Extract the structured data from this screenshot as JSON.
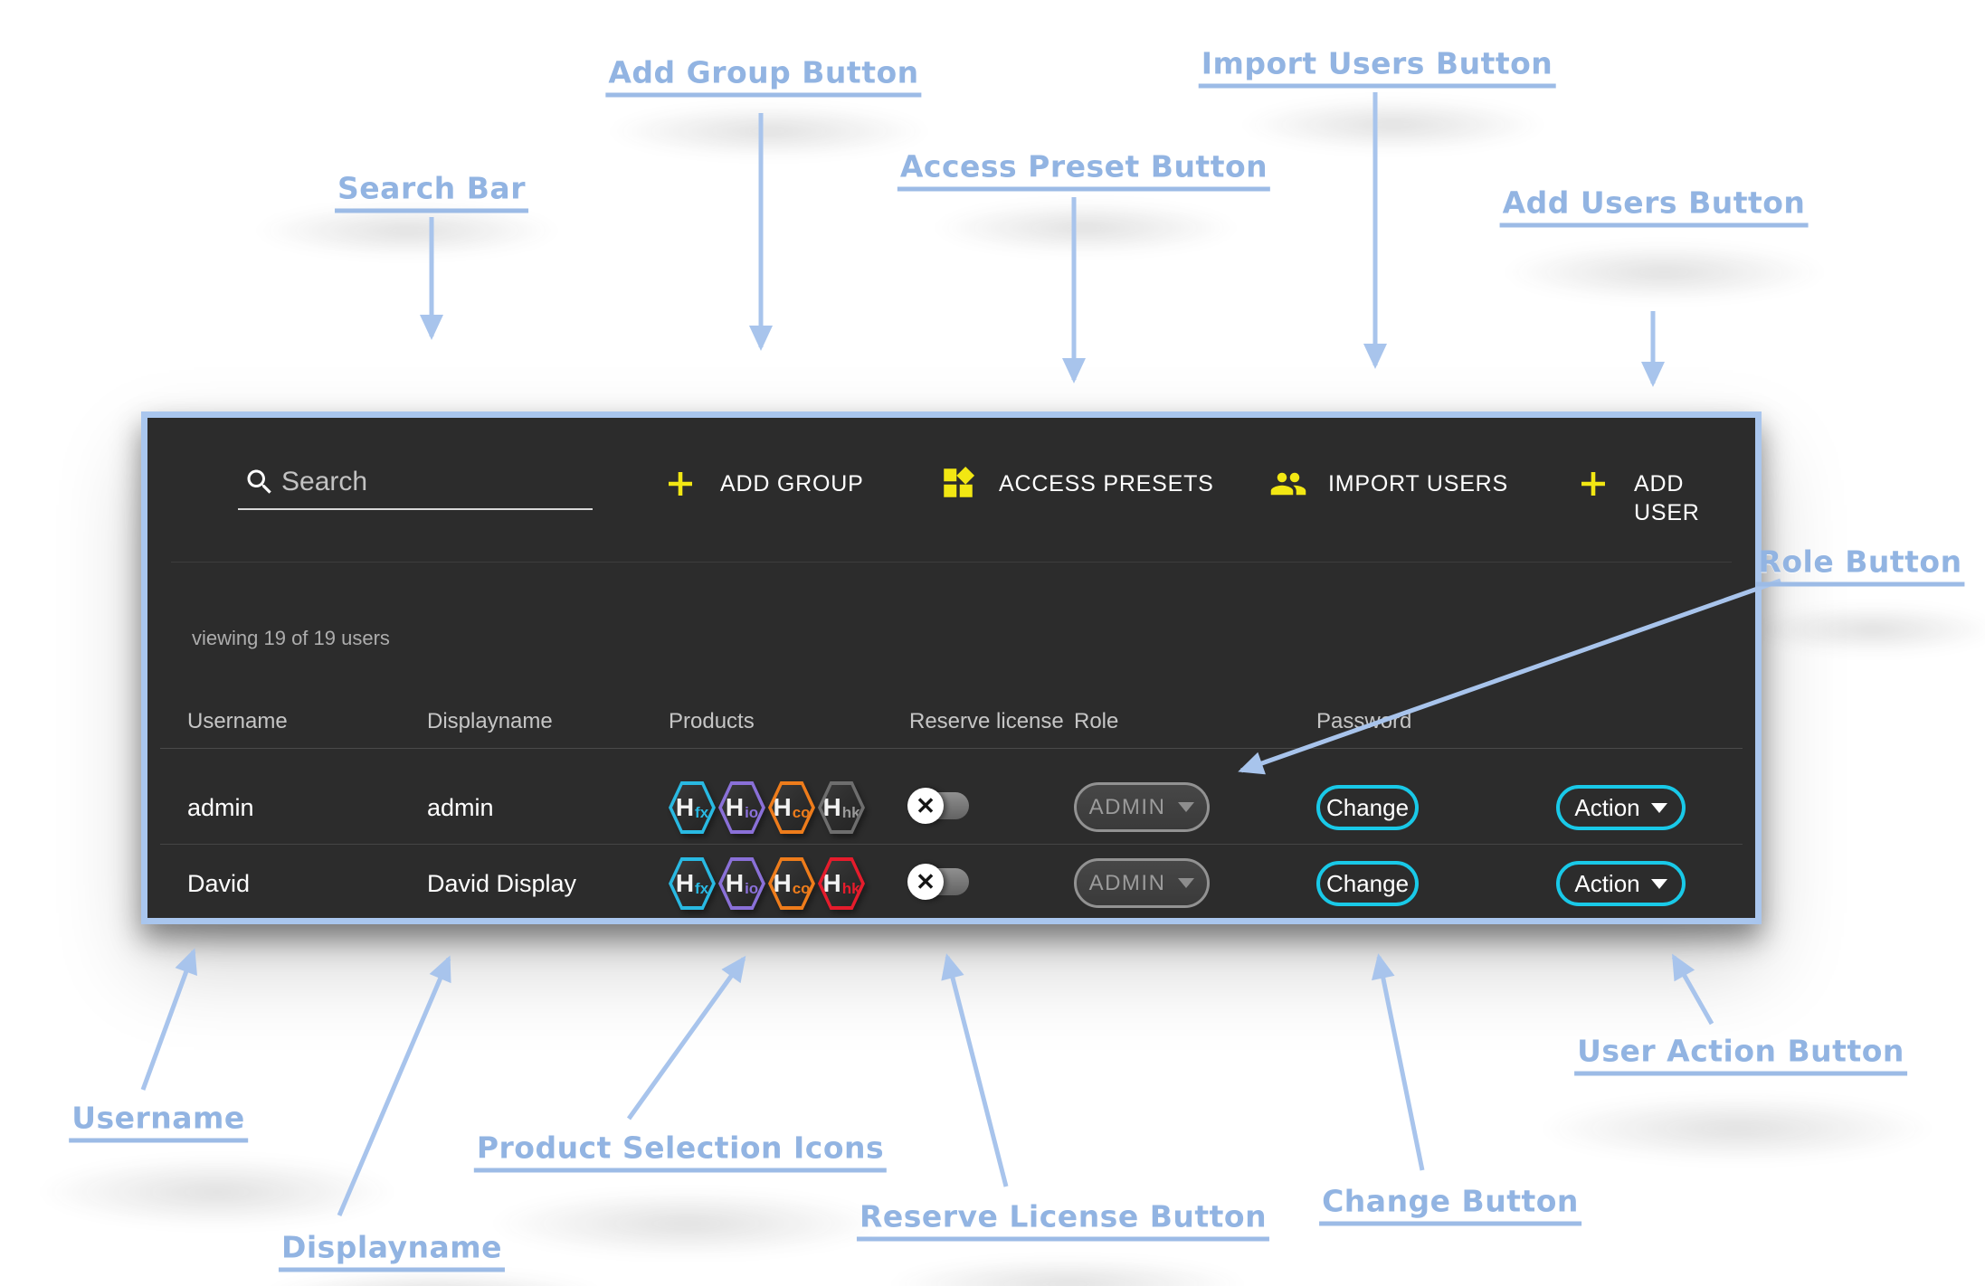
{
  "colors": {
    "annotation_blue": "#92b4e2",
    "arrow_blue": "#a8c4ec",
    "panel_border_blue": "#a9c6ee",
    "panel_background": "#2c2c2c",
    "accent_yellow": "#f2e713",
    "accent_cyan": "#19c9e8",
    "hex_cyan": "#29b9e2",
    "hex_purple": "#8a70d8",
    "hex_orange": "#ee7c1b",
    "hex_gray": "#6e6e6e",
    "hex_red": "#e51c2c"
  },
  "annotations": {
    "search_bar": "Search Bar",
    "add_group": "Add Group Button",
    "access_preset": "Access Preset Button",
    "import_users": "Import Users Button",
    "add_users": "Add Users Button",
    "role": "Role Button",
    "username": "Username",
    "displayname": "Displayname",
    "product_icons": "Product Selection Icons",
    "reserve_license": "Reserve License Button",
    "change": "Change Button",
    "user_action": "User Action Button"
  },
  "toolbar": {
    "search_placeholder": "Search",
    "buttons": [
      {
        "label": "ADD GROUP",
        "icon": "plus-icon"
      },
      {
        "label": "ACCESS PRESETS",
        "icon": "widgets-icon"
      },
      {
        "label": "IMPORT USERS",
        "icon": "group-icon"
      },
      {
        "label": "ADD USER",
        "icon": "plus-icon"
      }
    ]
  },
  "status": {
    "viewing": "viewing 19 of 19 users"
  },
  "table": {
    "columns": [
      "Username",
      "Displayname",
      "Products",
      "Reserve license",
      "Role",
      "Password"
    ],
    "toggle_glyph": "✕",
    "rows": [
      {
        "username": "admin",
        "displayname": "admin",
        "products": [
          {
            "glyph": "H",
            "sub": "fx",
            "color": "#29b9e2",
            "sub_color": "#29b9e2"
          },
          {
            "glyph": "H",
            "sub": "io",
            "color": "#8a70d8",
            "sub_color": "#8a70d8"
          },
          {
            "glyph": "H",
            "sub": "co",
            "color": "#ee7c1b",
            "sub_color": "#ee7c1b"
          },
          {
            "glyph": "H",
            "sub": "hk",
            "color": "#6e6e6e",
            "sub_color": "#9a9a9a"
          }
        ],
        "reserve_license_on": false,
        "role": "ADMIN",
        "password_button": "Change",
        "action_button": "Action"
      },
      {
        "username": "David",
        "displayname": "David Display",
        "products": [
          {
            "glyph": "H",
            "sub": "fx",
            "color": "#29b9e2",
            "sub_color": "#29b9e2"
          },
          {
            "glyph": "H",
            "sub": "io",
            "color": "#8a70d8",
            "sub_color": "#8a70d8"
          },
          {
            "glyph": "H",
            "sub": "co",
            "color": "#ee7c1b",
            "sub_color": "#ee7c1b"
          },
          {
            "glyph": "H",
            "sub": "hk",
            "color": "#e51c2c",
            "sub_color": "#e51c2c"
          }
        ],
        "reserve_license_on": false,
        "role": "ADMIN",
        "password_button": "Change",
        "action_button": "Action"
      }
    ]
  }
}
